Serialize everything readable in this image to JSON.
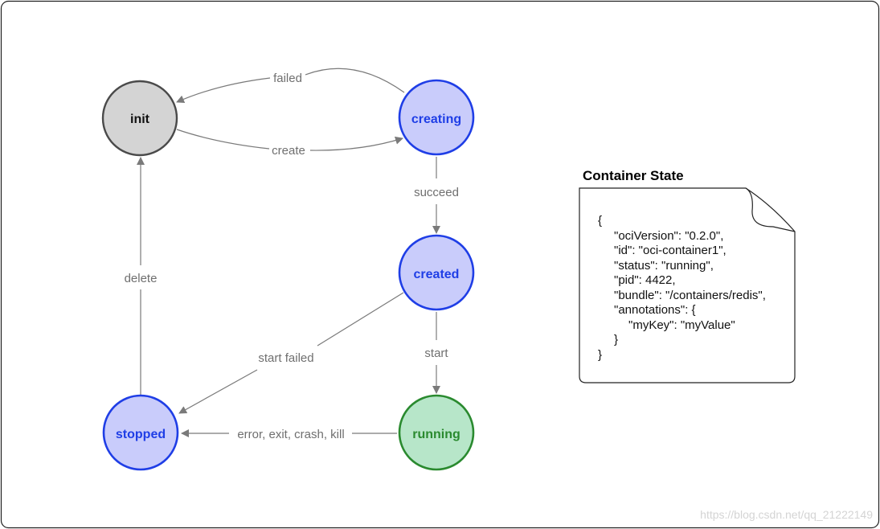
{
  "diagram": {
    "colors": {
      "frame": "#222222",
      "edge": "#7a7a7a",
      "edge_label": "#6f6f6f",
      "init_fill": "#d4d4d4",
      "init_stroke": "#4a4a4a",
      "init_text": "#111111",
      "blue_fill": "#c9ccfb",
      "blue_stroke": "#1f3ee6",
      "blue_text": "#1f3ee6",
      "green_fill": "#b7e6c9",
      "green_stroke": "#2a8a2f",
      "green_text": "#2a8a2f"
    },
    "nodes": {
      "init": "init",
      "creating": "creating",
      "created": "created",
      "stopped": "stopped",
      "running": "running"
    },
    "edges": {
      "failed": "failed",
      "create": "create",
      "succeed": "succeed",
      "start": "start",
      "start_failed": "start failed",
      "delete": "delete",
      "error": "error, exit, crash, kill"
    }
  },
  "state_doc": {
    "title": "Container State",
    "lines": [
      "{",
      "\"ociVersion\": \"0.2.0\",",
      "\"id\": \"oci-container1\",",
      "\"status\": \"running\",",
      "\"pid\": 4422,",
      "\"bundle\": \"/containers/redis\",",
      "\"annotations\": {",
      "\"myKey\": \"myValue\"",
      "}",
      "}"
    ]
  },
  "watermark": "https://blog.csdn.net/qq_21222149"
}
